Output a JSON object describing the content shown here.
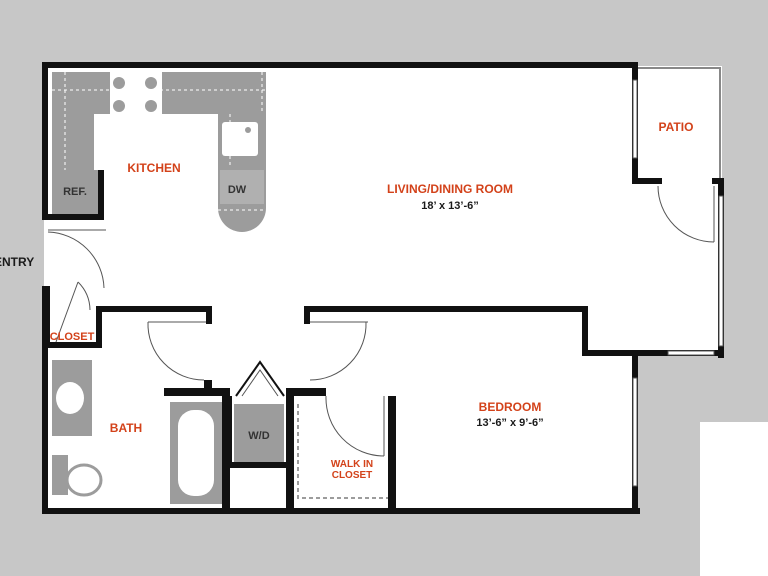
{
  "plan": {
    "rooms": {
      "kitchen": "KITCHEN",
      "living": "LIVING/DINING ROOM",
      "patio": "PATIO",
      "entry": "ENTRY",
      "closet": "CLOSET",
      "bath": "BATH",
      "bedroom": "BEDROOM",
      "walkin_line1": "WALK IN",
      "walkin_line2": "CLOSET"
    },
    "dimensions": {
      "living": "18’ x 13’-6”",
      "bedroom": "13’-6” x 9’-6”"
    },
    "fixtures": {
      "refrigerator": "REF.",
      "dishwasher": "DW",
      "washer_dryer": "W/D"
    },
    "colors": {
      "background": "#c7c7c7",
      "floor": "#ffffff",
      "wall": "#111111",
      "fixture": "#9c9c9c",
      "room_label": "#d3421a"
    }
  }
}
